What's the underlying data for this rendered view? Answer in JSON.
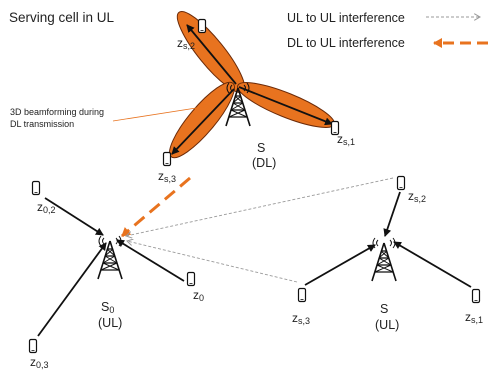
{
  "title": "Serving cell in UL",
  "legend": {
    "ul_label": "UL to UL interference",
    "dl_label": "DL to UL interference",
    "ul_color": "#9a9a9a",
    "dl_color": "#e8731f"
  },
  "annotation": {
    "line1": "3D beamforming during",
    "line2": "DL transmission"
  },
  "colors": {
    "beam_fill": "#e8731f",
    "beam_stroke": "#6b2a08",
    "arrow": "#111111",
    "tower": "#111111"
  },
  "stations": {
    "dl": {
      "name": "S",
      "mode": "(DL)"
    },
    "serving": {
      "name": "S",
      "sub": "0",
      "mode": "(UL)"
    },
    "right": {
      "name": "S",
      "mode": "(UL)"
    }
  },
  "users": {
    "dl_s2": {
      "base": "z",
      "sub": "s,2"
    },
    "dl_s1": {
      "base": "z",
      "sub": "s,1"
    },
    "dl_s3": {
      "base": "z",
      "sub": "s,3"
    },
    "z02": {
      "base": "z",
      "sub": "0,2"
    },
    "z0": {
      "base": "z",
      "sub": "0"
    },
    "z03": {
      "base": "z",
      "sub": "0,3"
    },
    "r_s2": {
      "base": "z",
      "sub": "s,2"
    },
    "r_s3": {
      "base": "z",
      "sub": "s,3"
    },
    "r_s1": {
      "base": "z",
      "sub": "s,1"
    }
  },
  "icons": [
    "phone-icon",
    "tower-icon"
  ]
}
